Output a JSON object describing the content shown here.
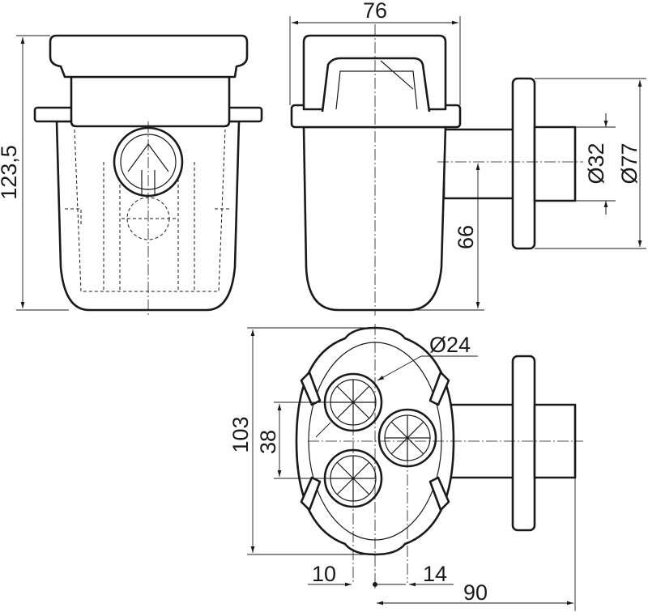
{
  "dimensions": {
    "overall_height": "123,5",
    "width": "76",
    "outlet_inner_diameter": "Ø32",
    "flange_diameter": "Ø77",
    "outlet_height": "66",
    "inlet_diameter": "Ø24",
    "bottom_length": "103",
    "inlet_spacing": "38",
    "offset_left": "10",
    "offset_right": "14",
    "outlet_length": "90"
  }
}
